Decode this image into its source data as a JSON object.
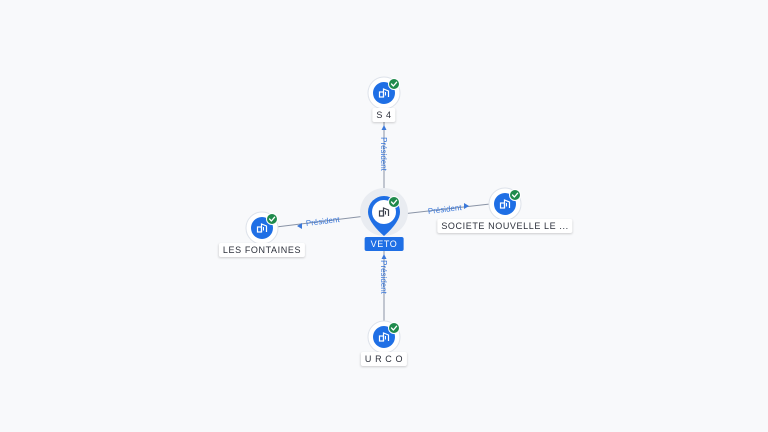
{
  "colors": {
    "accent": "#1f6fe5",
    "check": "#1f8a4c",
    "edge": "#8a94a6",
    "edge_label": "#3b78d9"
  },
  "center": {
    "label": "VETO",
    "icon": "company-building-icon",
    "verified": true
  },
  "nodes": [
    {
      "id": "s4",
      "label": "S 4",
      "icon": "company-building-icon",
      "verified": true,
      "relation": "Président"
    },
    {
      "id": "les-fontaines",
      "label": "LES FONTAINES",
      "icon": "company-building-icon",
      "verified": true,
      "relation": "Président"
    },
    {
      "id": "societe-nouvelle",
      "label": "SOCIETE NOUVELLE LE ...",
      "icon": "company-building-icon",
      "verified": true,
      "relation": "Président"
    },
    {
      "id": "urco",
      "label": "U R C O",
      "icon": "company-building-icon",
      "verified": true,
      "relation": "Président"
    }
  ]
}
